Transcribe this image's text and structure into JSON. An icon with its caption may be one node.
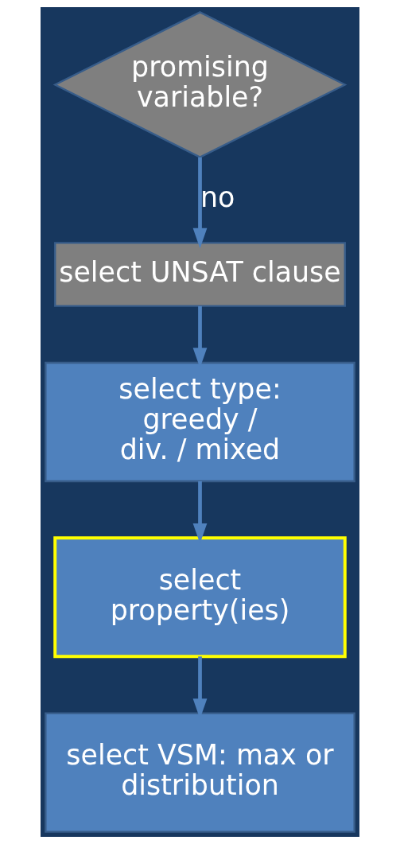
{
  "diagram": {
    "nodes": [
      {
        "text": [
          "promising variable?"
        ]
      },
      {
        "text": [
          "select UNSAT clause"
        ]
      },
      {
        "text": [
          "select type: greedy / div. / mixed"
        ]
      },
      {
        "text": [
          "select property(ies)"
        ]
      },
      {
        "text": [
          "select VSM: max or distribution"
        ]
      }
    ],
    "edges": [
      {
        "from": 0,
        "to": 1,
        "arrow": "to",
        "label": "no"
      },
      {
        "from": 1,
        "to": 2,
        "arrow": "to"
      },
      {
        "from": 2,
        "to": 3,
        "arrow": "to"
      },
      {
        "from": 3,
        "to": 4,
        "arrow": "to"
      }
    ]
  }
}
